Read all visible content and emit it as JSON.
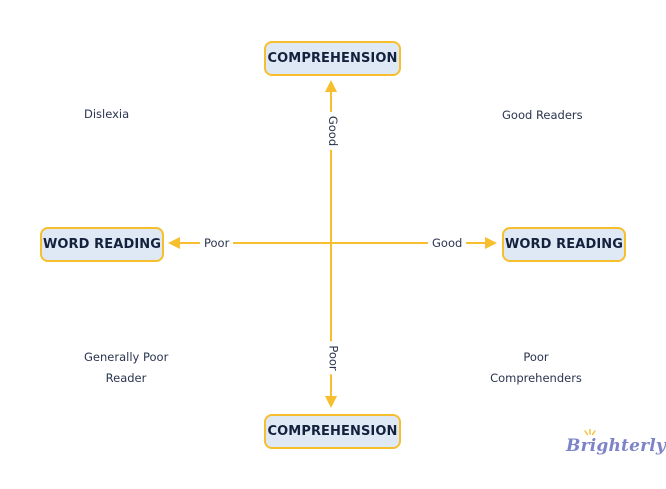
{
  "nodes": {
    "top": "COMPREHENSION",
    "bottom": "COMPREHENSION",
    "left": "WORD READING",
    "right": "WORD READING"
  },
  "axis_labels": {
    "up": "Good",
    "down": "Poor",
    "left": "Poor",
    "right": "Good"
  },
  "quadrants": {
    "top_left": "Dislexia",
    "top_right": "Good Readers",
    "bottom_left_line1": "Generally Poor",
    "bottom_left_line2": "Reader",
    "bottom_right_line1": "Poor",
    "bottom_right_line2": "Comprehenders"
  },
  "brand": {
    "text": "Brighterly",
    "color": "#7d83c9"
  },
  "colors": {
    "accent": "#f7be2d",
    "box_fill": "#dfe9f6",
    "text": "#14213d"
  }
}
